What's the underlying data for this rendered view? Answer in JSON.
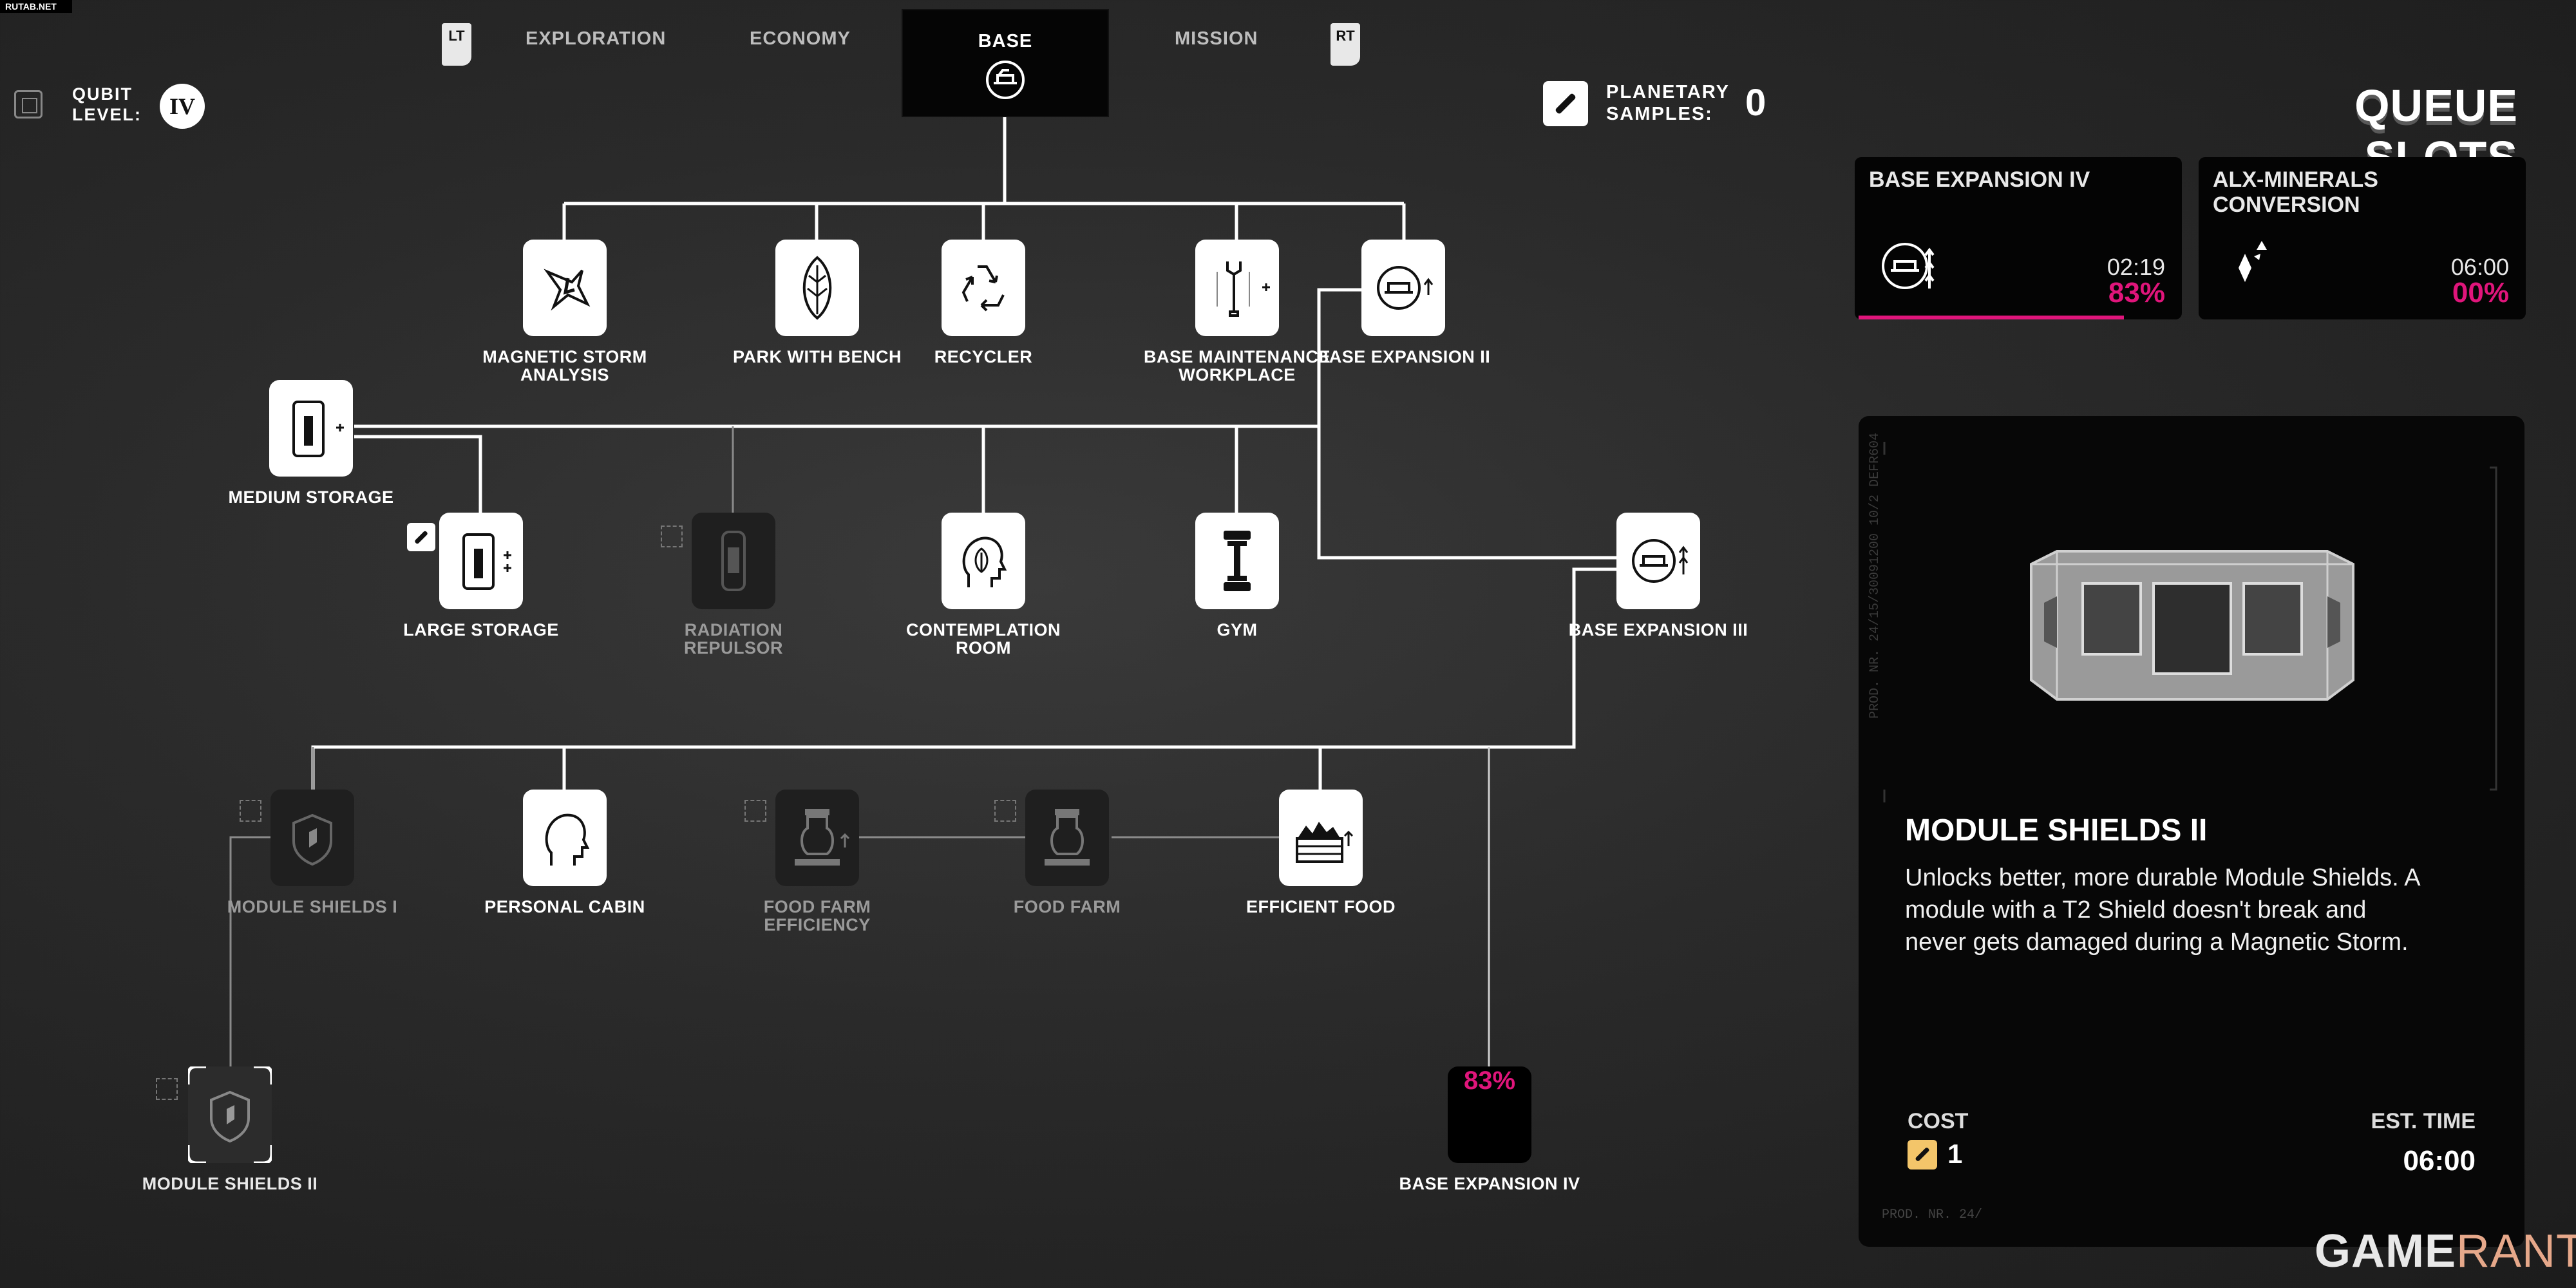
{
  "watermark": "RUTAB.NET",
  "tabs": {
    "lt": "LT",
    "rt": "RT",
    "items": [
      "EXPLORATION",
      "ECONOMY",
      "BASE",
      "MISSION"
    ],
    "active": "BASE"
  },
  "qubit": {
    "label_line1": "QUBIT",
    "label_line2": "LEVEL:",
    "level": "IV"
  },
  "samples": {
    "label_line1": "PLANETARY",
    "label_line2": "SAMPLES:",
    "value": "0"
  },
  "queue": {
    "title": "QUEUE SLOTS",
    "slots": [
      {
        "title": "BASE EXPANSION IV",
        "time": "02:19",
        "percent": "83%",
        "progress": 0.83,
        "icon": "base-expansion-icon"
      },
      {
        "title": "ALX-MINERALS CONVERSION",
        "time": "06:00",
        "percent": "00%",
        "progress": 0.0,
        "icon": "minerals-icon"
      }
    ]
  },
  "nodes": {
    "magnetic_storm": "MAGNETIC STORM ANALYSIS",
    "park_bench": "PARK WITH BENCH",
    "recycler": "RECYCLER",
    "base_maintenance": "BASE MAINTENANCE WORKPLACE",
    "base_expansion_2": "BASE EXPANSION II",
    "medium_storage": "MEDIUM STORAGE",
    "large_storage": "LARGE STORAGE",
    "radiation_repulsor": "RADIATION REPULSOR",
    "contemplation_room": "CONTEMPLATION ROOM",
    "gym": "GYM",
    "base_expansion_3": "BASE EXPANSION III",
    "module_shields_1": "MODULE SHIELDS I",
    "personal_cabin": "PERSONAL CABIN",
    "food_farm_efficiency": "FOOD FARM EFFICIENCY",
    "food_farm": "FOOD FARM",
    "efficient_food": "EFFICIENT FOOD",
    "module_shields_2": "MODULE SHIELDS II",
    "base_expansion_4": "BASE EXPANSION IV",
    "base_expansion_4_progress": "83%"
  },
  "detail": {
    "title": "MODULE SHIELDS II",
    "description": "Unlocks better, more durable Module Shields. A module with a T2 Shield doesn't break and never gets damaged during a Magnetic Storm.",
    "cost_label": "COST",
    "cost_value": "1",
    "est_label": "EST. TIME",
    "est_value": "06:00",
    "prod_text": "PROD. NR. 24/",
    "side_text": "PROD. NR. 24/15/30091200 10/2 DEFR604"
  },
  "logo": {
    "game": "GAME",
    "rant": "RANT"
  },
  "colors": {
    "accent": "#e0157b",
    "panel": "#070707",
    "node": "#ffffff"
  }
}
